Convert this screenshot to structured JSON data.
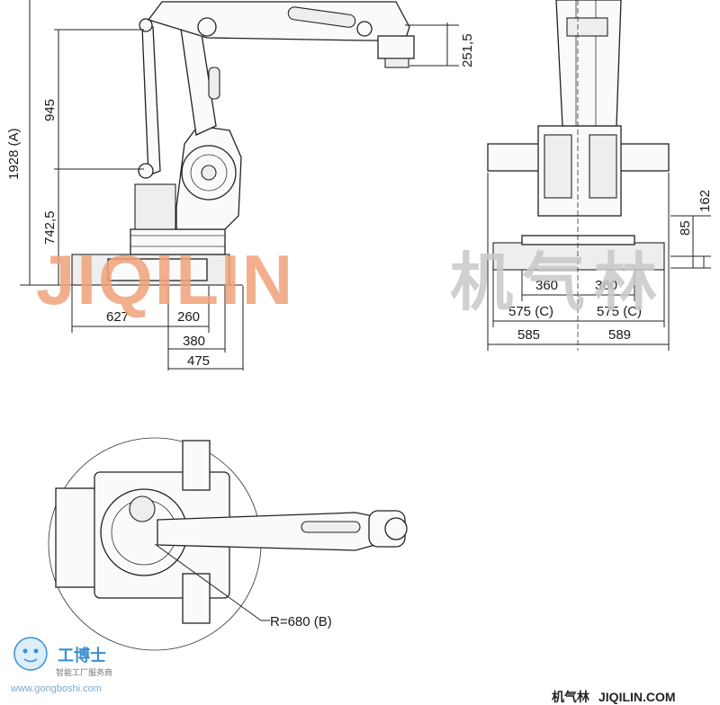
{
  "dimensions": {
    "side_view": {
      "total_height": "1928 (A)",
      "upper_arm": "945",
      "base_height": "742,5",
      "wrist_offset": "251,5",
      "rear_reach": "627",
      "base_front": "260",
      "base_mid": "380",
      "base_full": "475"
    },
    "front_view": {
      "foot_height": "85",
      "base_height": "162",
      "inner_left": "360",
      "inner_right": "360",
      "mid_left": "575 (C)",
      "mid_right": "575 (C)",
      "outer_left": "585",
      "outer_right": "589"
    },
    "top_view": {
      "radius": "R=680 (B)"
    }
  },
  "watermarks": {
    "main_latin": "JIQILIN",
    "main_cjk": "机气林",
    "logo_name": "工博士",
    "logo_tagline": "智能工厂服务商",
    "logo_url": "www.gongboshi.com",
    "corner_cjk": "机气林",
    "corner_url": "JIQILIN.COM"
  },
  "colors": {
    "line": "#222222",
    "watermark_orange": "#f0a27a",
    "watermark_gray": "#c8c8c8",
    "logo_blue": "#3a8fd0"
  }
}
